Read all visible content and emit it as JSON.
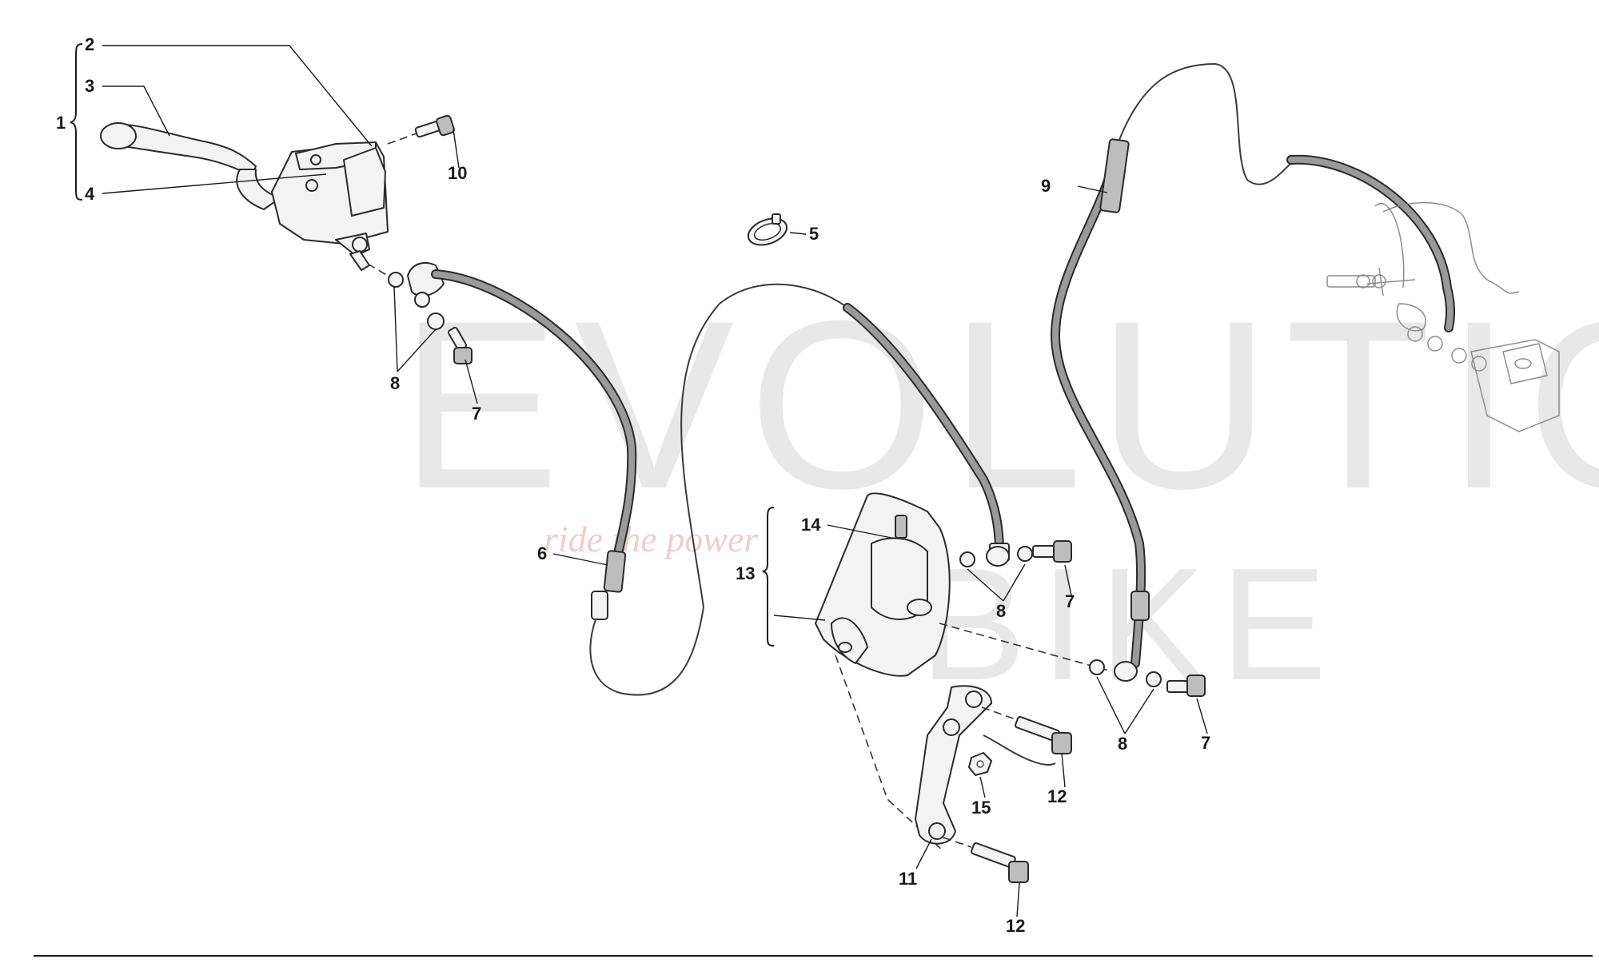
{
  "watermark": {
    "brand_line1": "EVOLUTIOn",
    "brand_line2": "BIKE",
    "tagline": "ride the power"
  },
  "callouts": {
    "c1": "1",
    "c2": "2",
    "c3": "3",
    "c4": "4",
    "c5": "5",
    "c6": "6",
    "c7a": "7",
    "c7b": "7",
    "c7c": "7",
    "c8a": "8",
    "c8b": "8",
    "c8c": "8",
    "c9": "9",
    "c10": "10",
    "c11": "11",
    "c12a": "12",
    "c12b": "12",
    "c13": "13",
    "c14": "14",
    "c15": "15"
  },
  "parts": [
    {
      "id": "master-cylinder-assembly"
    },
    {
      "id": "lever"
    },
    {
      "id": "reservoir-body"
    },
    {
      "id": "hose-clamp"
    },
    {
      "id": "front-brake-hose"
    },
    {
      "id": "banjo-bolt"
    },
    {
      "id": "copper-washer"
    },
    {
      "id": "rear-brake-hose"
    },
    {
      "id": "mounting-screw"
    },
    {
      "id": "caliper-bracket"
    },
    {
      "id": "caliper-bolt"
    },
    {
      "id": "caliper-assembly"
    },
    {
      "id": "bleed-valve"
    },
    {
      "id": "nut"
    }
  ],
  "colors": {
    "line": "#2a2a2a",
    "background": "#ffffff",
    "watermark_grey": "#d7d7d7",
    "watermark_red": "#e7b3b3"
  }
}
